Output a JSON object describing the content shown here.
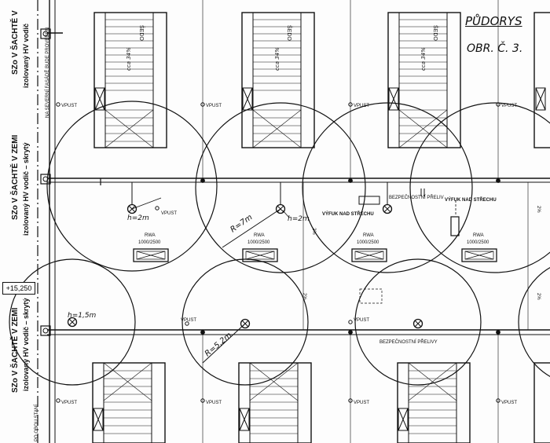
{
  "title": "PŮDORYS",
  "subtitle": "OBR. Č. 3.",
  "level": "+15,250",
  "left_captions": {
    "top_main": "SZo V ŠACHTĚ V",
    "top_sub": "izolovaný HV vodič",
    "top_note": "NA SEVERNÍ FASÁDĚ BUDE PROVEDEN",
    "mid_main": "SZo V ŠACHTĚ V ZEMI",
    "mid_sub": "izolovaný HV vodič – skrytý",
    "low_main": "SZo V ŠACHTĚ V ZEMI",
    "low_sub": "izolovaný HV vodič – skrytý",
    "bottom_note": "PO OBOU STANÍ"
  },
  "labels": {
    "sedo": "ŠEDO",
    "slope": "cca 34%",
    "vpust": "VPUST",
    "h2m": "h=2m",
    "h15m": "h=1,5m",
    "r7m": "R=7m",
    "r52m": "R=5,2m",
    "rwa": "RWA",
    "rwa_size": "1000/2500",
    "overflow": "BEZPEČNOSTNÍ PŘELIV",
    "overflow2": "BEZPEČNOSTNÍ PŘELIVY",
    "roof_exit": "VÝFUK NAD STŘECHU",
    "dim": "2%"
  }
}
